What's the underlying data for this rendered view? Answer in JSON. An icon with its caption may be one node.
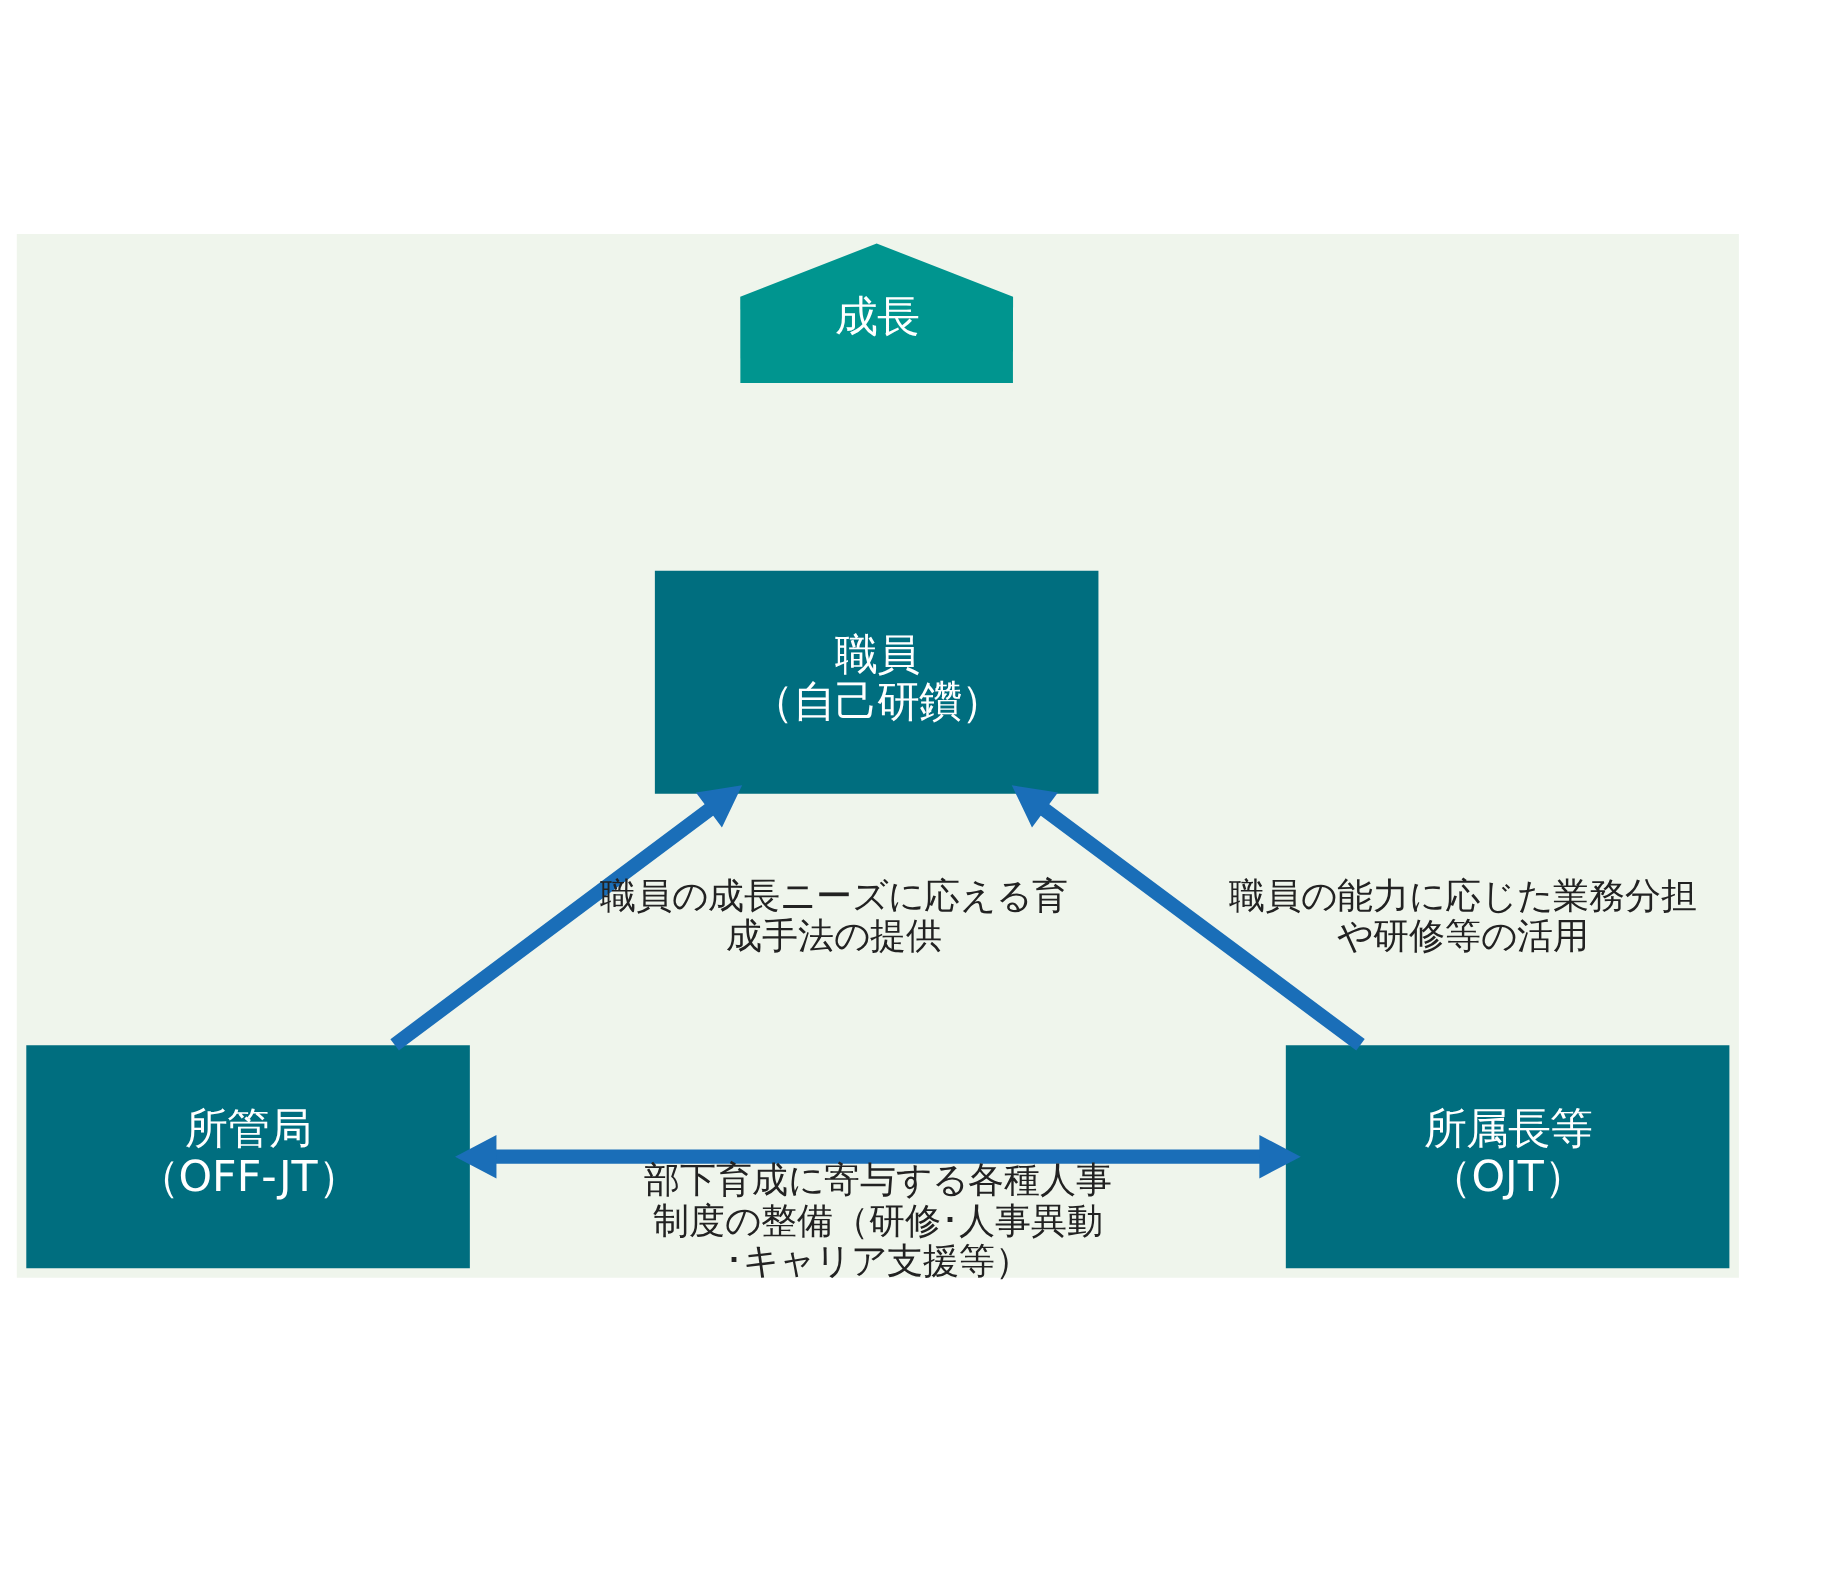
{
  "diagram": {
    "nodes": [
      {
        "text": [
          "成長"
        ]
      },
      {
        "text": [
          "職員",
          "（自己研鑽）"
        ]
      },
      {
        "text": [
          "所管局",
          "（OFF-JT）"
        ]
      },
      {
        "text": [
          "所属長等",
          "（OJT）"
        ]
      }
    ],
    "edges": [
      {
        "from": 2,
        "to": 1,
        "arrow": "to",
        "label": "職員の成長ニーズに応える育成手法の提供"
      },
      {
        "from": 3,
        "to": 1,
        "arrow": "to",
        "label": "職員の能力に応じた業務分担や研修等の活用"
      },
      {
        "from": 2,
        "to": 3,
        "arrow": "both",
        "label": "部下育成に寄与する各種人事制度の整備（研修･人事異動･キャリア支援等）"
      }
    ]
  }
}
